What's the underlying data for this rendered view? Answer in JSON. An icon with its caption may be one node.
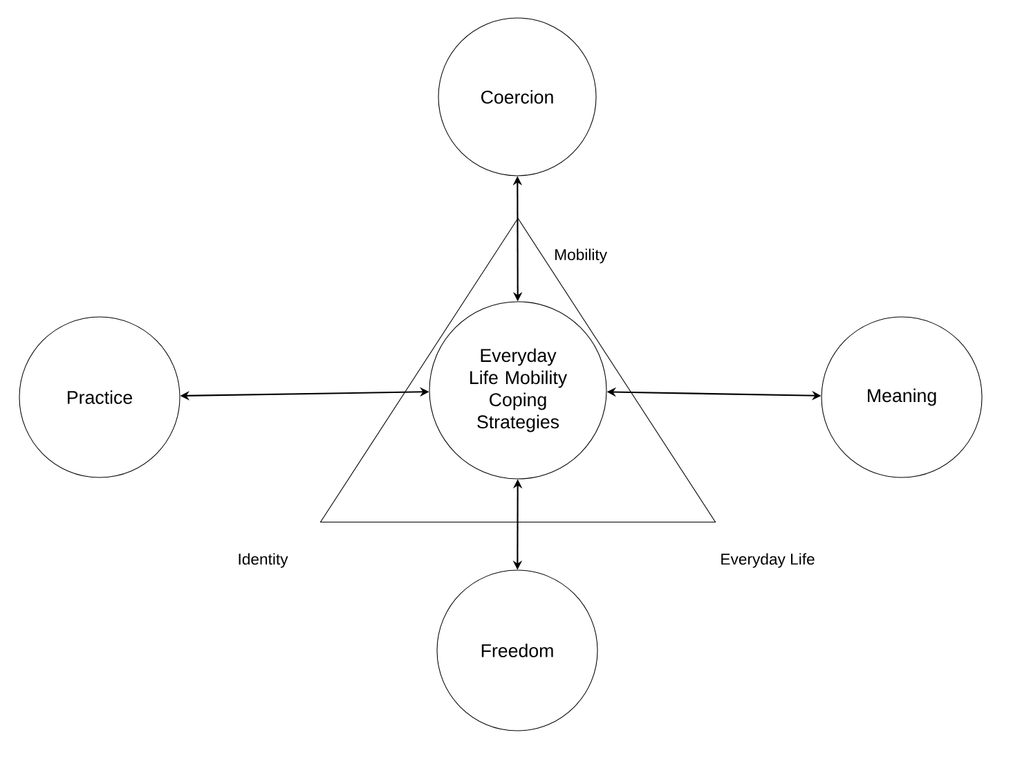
{
  "diagram": {
    "nodes": [
      {
        "text": [
          "Coercion"
        ]
      },
      {
        "text": [
          "Practice"
        ]
      },
      {
        "text": [],
        "shape": "triangle"
      },
      {
        "text": [
          "Everyday Life Mobility Coping Strategies"
        ],
        "in": 2
      },
      {
        "text": [
          "Meaning"
        ]
      },
      {
        "text": [
          "Freedom"
        ]
      }
    ],
    "edges": [
      {
        "from": 0,
        "to": 3,
        "arrow": "both"
      },
      {
        "from": 1,
        "to": 3,
        "arrow": "both"
      },
      {
        "from": 3,
        "to": 4,
        "arrow": "both"
      },
      {
        "from": 3,
        "to": 5,
        "arrow": "both"
      }
    ],
    "labels": [
      "Mobility",
      "Identity",
      "Everyday Life"
    ]
  }
}
